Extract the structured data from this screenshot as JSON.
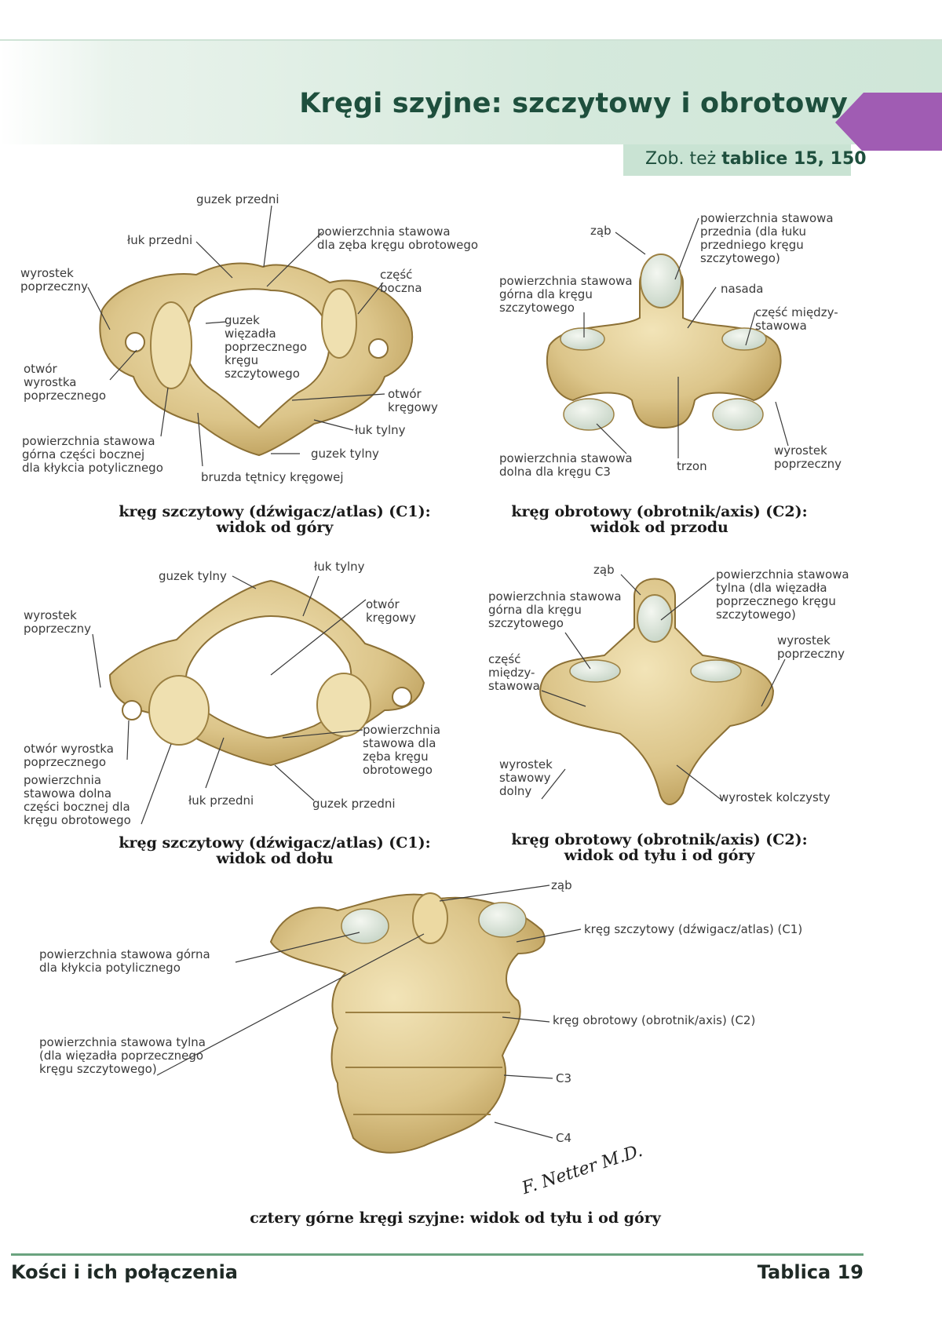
{
  "header": {
    "title": "Kręgi szyjne: szczytowy i obrotowy",
    "see_also_prefix": "Zob. też",
    "see_also_ref": "tablice 15, 150"
  },
  "footer": {
    "section": "Kości i ich połączenia",
    "plate": "Tablica 19"
  },
  "figures": {
    "atlas_top": {
      "caption": "kręg szczytowy (dźwigacz/atlas) (C1):\nwidok od góry",
      "labels": {
        "guzek_przedni": "guzek przedni",
        "luk_przedni": "łuk przedni",
        "pow_zeba": "powierzchnia stawowa\ndla zęba kręgu obrotowego",
        "wyrostek_poprzeczny": "wyrostek\npoprzeczny",
        "czesc_boczna": "część\nboczna",
        "guzek_wiezadla": "guzek\nwięzadła\npoprzecznego\nkręgu\nszczytowego",
        "otwor_wyrostka": "otwór\nwyrostka\npoprzecznego",
        "otwor_kregowy": "otwór\nkręgowy",
        "luk_tylny": "łuk tylny",
        "pow_gorna": "powierzchnia stawowa\ngórna części bocznej\ndla kłykcia potylicznego",
        "guzek_tylny": "guzek tylny",
        "bruzda": "bruzda tętnicy kręgowej"
      }
    },
    "axis_front": {
      "caption": "kręg obrotowy (obrotnik/axis) (C2):\nwidok od przodu",
      "labels": {
        "zab": "ząb",
        "pow_przednia": "powierzchnia stawowa\nprzednia (dla łuku\nprzedniego kręgu\nszczytowego)",
        "pow_gorna": "powierzchnia stawowa\ngórna dla kręgu\nszczytowego",
        "nasada": "nasada",
        "miedzystawowa": "część między-\nstawowa",
        "pow_dolna": "powierzchnia stawowa\ndolna dla kręgu C3",
        "trzon": "trzon",
        "wyrostek_poprzeczny": "wyrostek\npoprzeczny"
      }
    },
    "atlas_bottom": {
      "caption": "kręg szczytowy (dźwigacz/atlas) (C1):\nwidok od dołu",
      "labels": {
        "guzek_tylny": "guzek tylny",
        "luk_tylny": "łuk tylny",
        "wyrostek_poprzeczny": "wyrostek\npoprzeczny",
        "otwor_kregowy": "otwór\nkręgowy",
        "otwor_wyrostka": "otwór wyrostka\npoprzecznego",
        "pow_zeba": "powierzchnia\nstawowa dla\nzęba kręgu\nobrotowego",
        "pow_dolna": "powierzchnia\nstawowa dolna\nczęści bocznej dla\nkręgu obrotowego",
        "luk_przedni": "łuk przedni",
        "guzek_przedni": "guzek przedni"
      }
    },
    "axis_back": {
      "caption": "kręg obrotowy (obrotnik/axis) (C2):\nwidok od tyłu i od góry",
      "labels": {
        "zab": "ząb",
        "pow_tylna": "powierzchnia stawowa\ntylna (dla więzadła\npoprzecznego kręgu\nszczytowego)",
        "pow_gorna": "powierzchnia stawowa\ngórna dla kręgu\nszczytowego",
        "wyrostek_poprzeczny": "wyrostek\npoprzeczny",
        "miedzystawowa": "część\nmiędzy-\nstawowa",
        "wyrostek_stawowy": "wyrostek\nstawowy\ndolny",
        "kolczysty": "wyrostek kolczysty"
      }
    },
    "four_vertebrae": {
      "caption": "cztery górne kręgi szyjne: widok od tyłu i od góry",
      "labels": {
        "zab": "ząb",
        "c1": "kręg szczytowy (dźwigacz/atlas) (C1)",
        "pow_gorna": "powierzchnia stawowa górna\ndla kłykcia potylicznego",
        "c2": "kręg obrotowy (obrotnik/axis) (C2)",
        "pow_tylna": "powierzchnia stawowa tylna\n(dla więzadła poprzecznego\nkręgu szczytowego)",
        "c3": "C3",
        "c4": "C4"
      },
      "signature": "F. Netter M.D."
    }
  },
  "colors": {
    "bone": "#e3cf98",
    "bone_shadow": "#b99a5a",
    "cartilage": "#dde7dc",
    "header_green": "#cfe6d8",
    "title_text": "#1e4f3d",
    "accent_purple": "#a05cb3",
    "footer_line": "#6aa37f"
  }
}
